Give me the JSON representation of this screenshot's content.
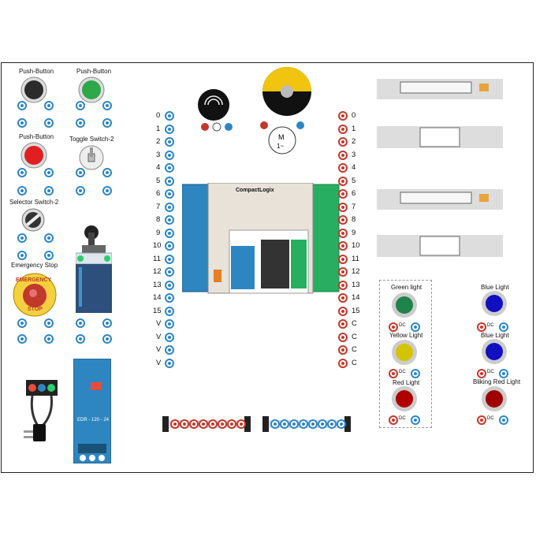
{
  "components": {
    "push_button_black": "Push-Button",
    "push_button_green": "Push-Button",
    "push_button_red": "Push-Button",
    "toggle_switch": "Toggle Switch-2",
    "selector_switch": "Selector Switch-2",
    "emergency_stop": "Emergency Stop",
    "estop_cap_top": "EMERGENCY",
    "estop_cap_bottom": "STOP"
  },
  "plc": {
    "title": "CompactLogix",
    "psu_label": "EDR - 120 - 24"
  },
  "left_terminals": [
    "0",
    "1",
    "2",
    "3",
    "4",
    "5",
    "6",
    "7",
    "8",
    "9",
    "10",
    "11",
    "12",
    "13",
    "14",
    "15",
    "V",
    "V",
    "V",
    "V"
  ],
  "right_terminals": [
    "0",
    "1",
    "2",
    "3",
    "4",
    "5",
    "6",
    "7",
    "8",
    "9",
    "10",
    "11",
    "12",
    "13",
    "14",
    "15",
    "C",
    "C",
    "C",
    "C"
  ],
  "lights": {
    "green": "Green light",
    "yellow": "Yellow Light",
    "red": "Red Light",
    "blue1": "Blue Light",
    "blue2": "Blue Light",
    "blinking_red": "Bliking Red Light",
    "dc_tag": "DC"
  },
  "colors": {
    "terminal_blue": "#2e86c1",
    "terminal_red": "#c0392b",
    "plc_green": "#27ae60",
    "cable_blue": "#5dade2"
  }
}
